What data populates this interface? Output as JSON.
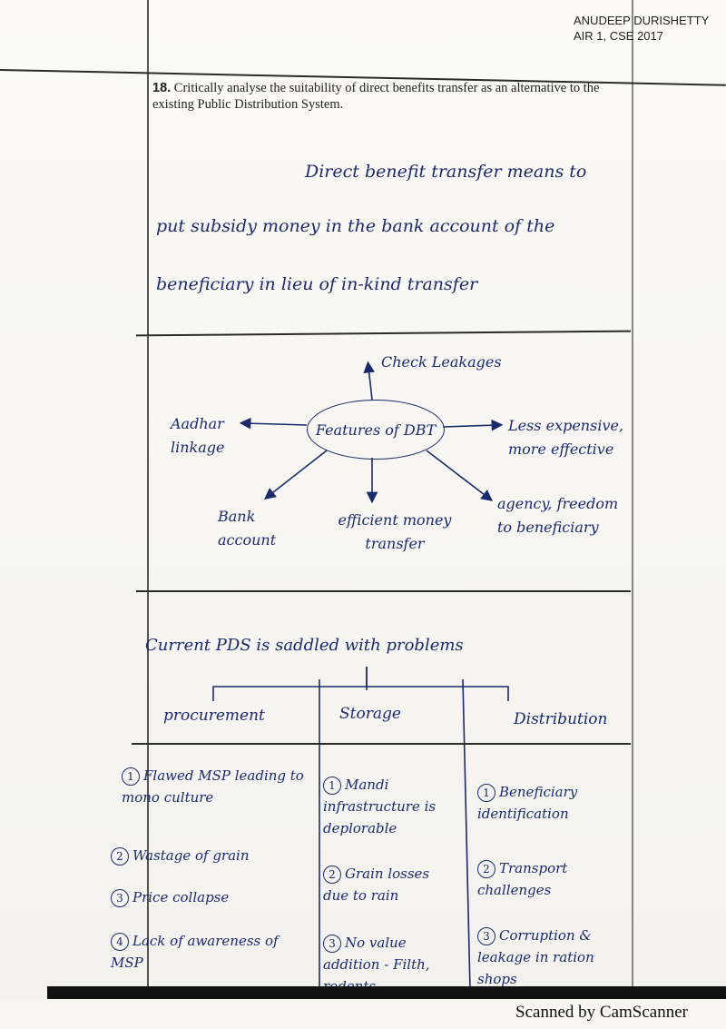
{
  "watermark": {
    "line1": "ANUDEEP DURISHETTY",
    "line2": "AIR 1, CSE 2017"
  },
  "question": {
    "number": "18.",
    "text": "Critically analyse the suitability of direct benefits transfer as an alternative to the existing Public Distribution System."
  },
  "intro": {
    "line1": "Direct benefit transfer means to",
    "line2": "put subsidy money in the bank account of the",
    "line3": "beneficiary in lieu of in-kind transfer"
  },
  "mindmap": {
    "center": "Features of DBT",
    "top": "Check Leakages",
    "left": "Aadhar linkage",
    "right": "Less expensive, more effective",
    "bottom_left": "Bank account",
    "bottom": "efficient money transfer",
    "bottom_right": "agency, freedom to beneficiary"
  },
  "pds": {
    "heading": "Current PDS is saddled with problems",
    "columns": [
      {
        "title": "procurement",
        "items": [
          {
            "n": "1",
            "text": "Flawed MSP leading to mono culture"
          },
          {
            "n": "2",
            "text": "Wastage of grain"
          },
          {
            "n": "3",
            "text": "Price collapse"
          },
          {
            "n": "4",
            "text": "Lack of awareness of MSP"
          }
        ]
      },
      {
        "title": "Storage",
        "items": [
          {
            "n": "1",
            "text": "Mandi infrastructure is deplorable"
          },
          {
            "n": "2",
            "text": "Grain losses due to rain"
          },
          {
            "n": "3",
            "text": "No value addition - Filth, rodents"
          }
        ]
      },
      {
        "title": "Distribution",
        "items": [
          {
            "n": "1",
            "text": "Beneficiary identification"
          },
          {
            "n": "2",
            "text": "Transport challenges"
          },
          {
            "n": "3",
            "text": "Corruption & leakage in ration shops"
          }
        ]
      }
    ]
  },
  "footer": {
    "scanner": "Scanned by CamScanner"
  }
}
